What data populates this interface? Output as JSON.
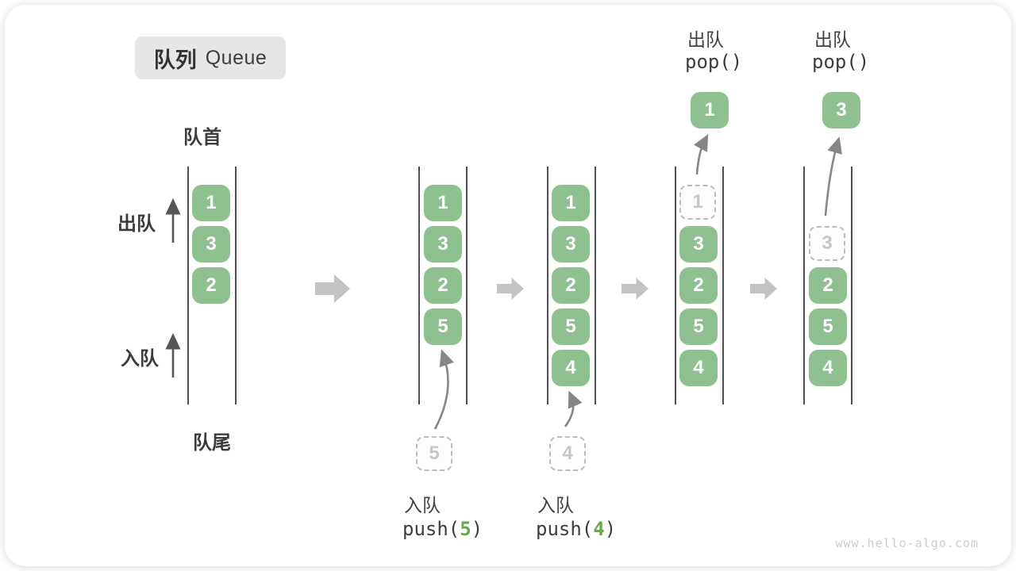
{
  "badge": {
    "zh": "队列",
    "en": "Queue"
  },
  "labels": {
    "front": "队首",
    "rear": "队尾",
    "dequeue": "出队",
    "enqueue": "入队"
  },
  "ops": {
    "pop_label": "出队",
    "pop_fn": "pop()",
    "push_label": "入队",
    "push_pre": "push(",
    "push_post": ")",
    "push_arg_1": "5",
    "push_arg_2": "4"
  },
  "columns": {
    "c1": {
      "cells": [
        "1",
        "3",
        "2"
      ]
    },
    "c2": {
      "cells": [
        "1",
        "3",
        "2",
        "5"
      ],
      "pending": "5"
    },
    "c3": {
      "cells": [
        "1",
        "3",
        "2",
        "5",
        "4"
      ],
      "pending": "4"
    },
    "c4": {
      "ghost": "1",
      "cells": [
        "3",
        "2",
        "5",
        "4"
      ],
      "popped": "1"
    },
    "c5": {
      "ghost": "3",
      "cells": [
        "2",
        "5",
        "4"
      ],
      "popped": "3"
    }
  },
  "watermark": "www.hello-algo.com",
  "colors": {
    "cell_green": "#8FC08F",
    "arg_green": "#6aa84f",
    "badge_bg": "#e6e6e6",
    "block_arrow_gray": "#c3c3c3",
    "rail_gray": "#4f4f4f",
    "arrow_gray": "#868686"
  }
}
